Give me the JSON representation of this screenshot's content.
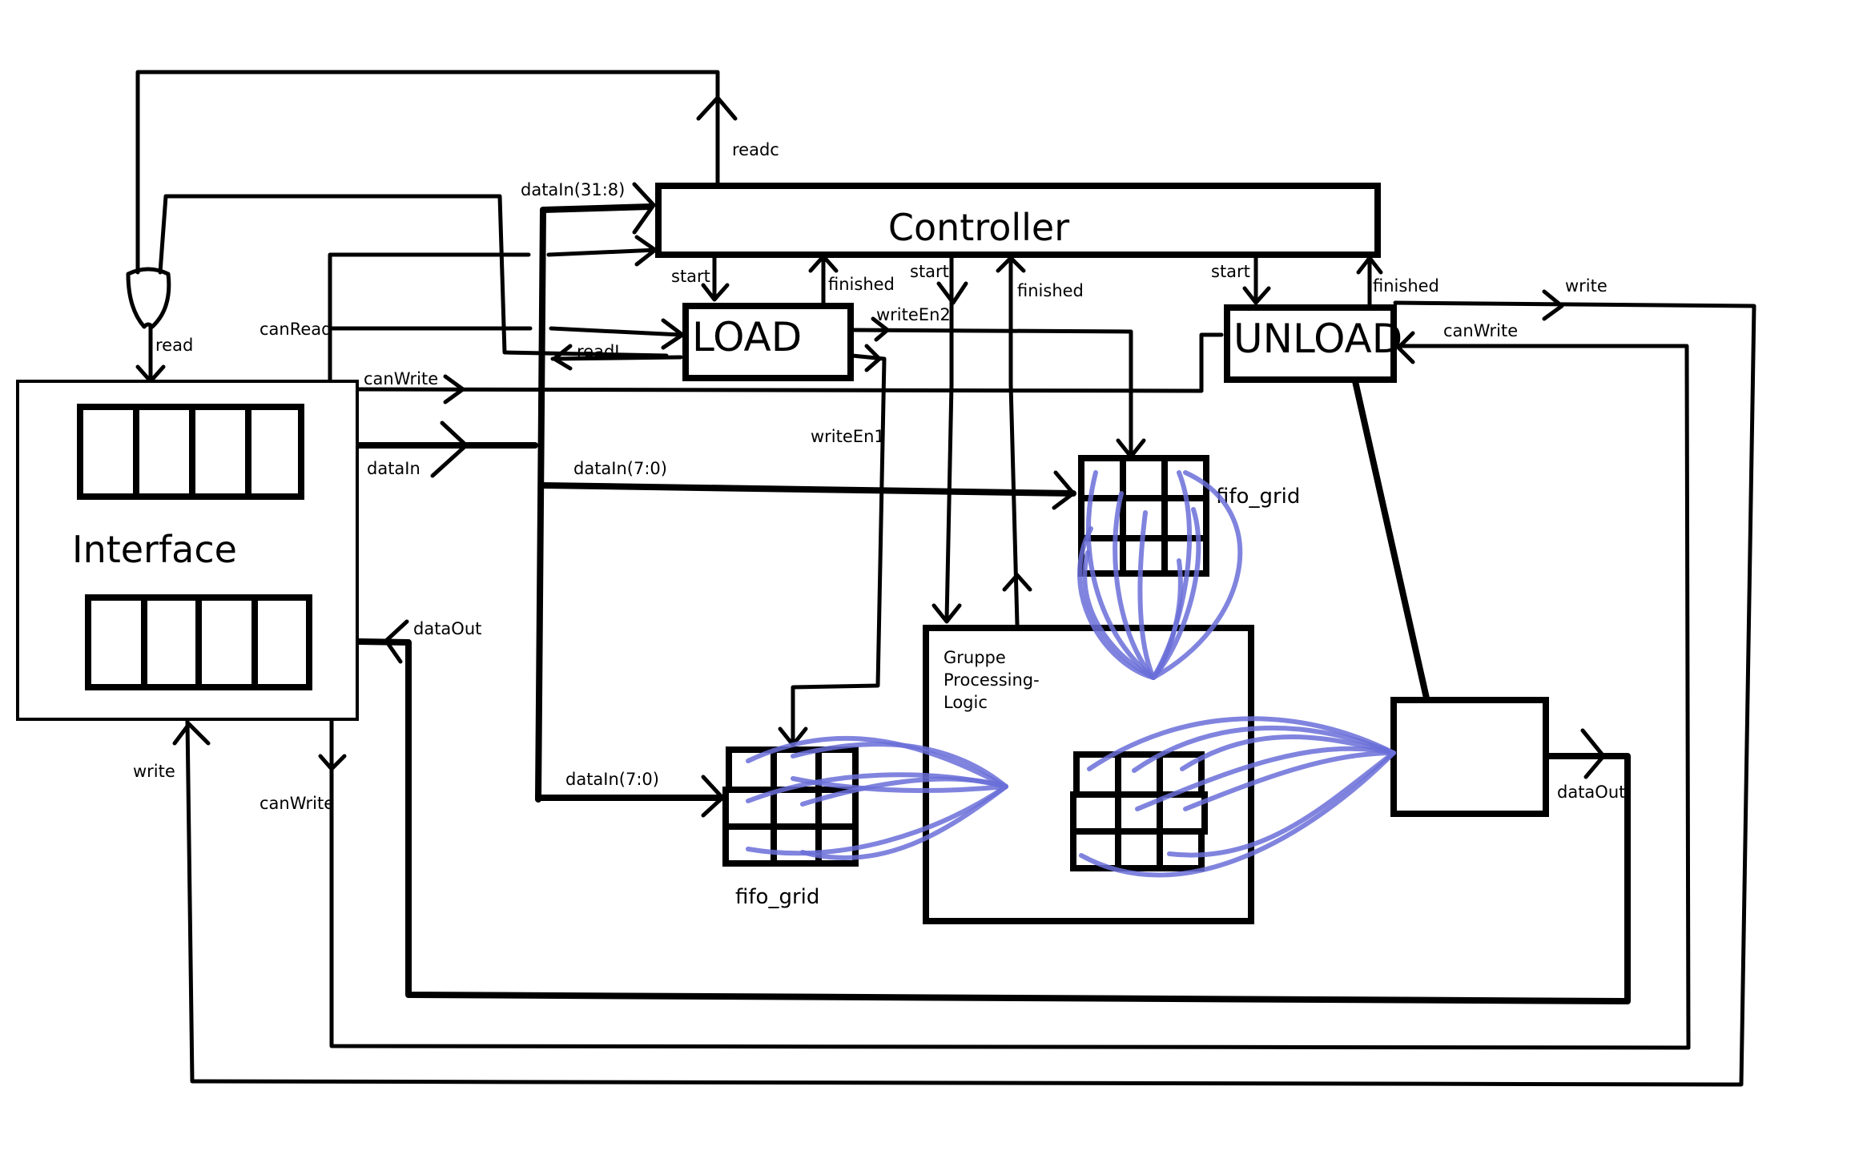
{
  "blocks": {
    "controller": "Controller",
    "load": "LOAD",
    "unload": "UNLOAD",
    "interface": "Interface",
    "processing_group": [
      "Gruppe",
      "Processing-",
      "Logic"
    ]
  },
  "fifo_labels": {
    "top": "fifo_grid",
    "bottom": "fifo_grid"
  },
  "signals": {
    "readc": "readc",
    "datain_31_8": "dataIn(31:8)",
    "read": "read",
    "canread": "canRead",
    "canwrite_left": "canWrite",
    "datain": "dataIn",
    "datain_7_0_top": "dataIn(7:0)",
    "datain_7_0_bottom": "dataIn(7:0)",
    "dataout_left": "dataOut",
    "write_bottom": "write",
    "canwrite_bottom": "canWrite",
    "start_load": "start",
    "finished_load": "finished",
    "start_mid": "start",
    "finished_mid": "finished",
    "start_unload": "start",
    "finished_unload": "finished",
    "writeen2": "writeEn2",
    "writeen1": "writeEn1",
    "readl": "readL",
    "write_right": "write",
    "canwrite_right": "canWrite",
    "dataout_right": "dataOut"
  }
}
